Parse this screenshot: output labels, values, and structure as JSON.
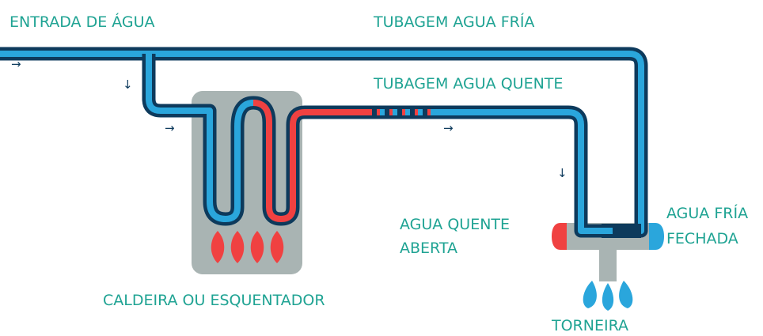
{
  "labels": {
    "water_inlet": "ENTRADA DE ÁGUA",
    "cold_pipe": "TUBAGEM AGUA FRÍA",
    "hot_pipe": "TUBAGEM AGUA QUENTE",
    "hot_valve_line1": "AGUA QUENTE",
    "hot_valve_line2": "ABERTA",
    "cold_valve_line1": "AGUA FRÍA",
    "cold_valve_line2": "FECHADA",
    "boiler": "CALDEIRA OU ESQUENTADOR",
    "faucet": "TORNEIRA"
  },
  "arrows": {
    "inlet": "→",
    "down_left": "↓",
    "into_boiler": "→",
    "hot_flow": "→",
    "down_right": "↓"
  },
  "colors": {
    "label_teal": "#1fa393",
    "pipe_outline": "#0d3a5c",
    "cold_water": "#2aa6dc",
    "hot_water": "#f04141",
    "boiler_body": "#a9b4b3",
    "water_drops": "#2aa6dc",
    "flames": "#f04141"
  }
}
